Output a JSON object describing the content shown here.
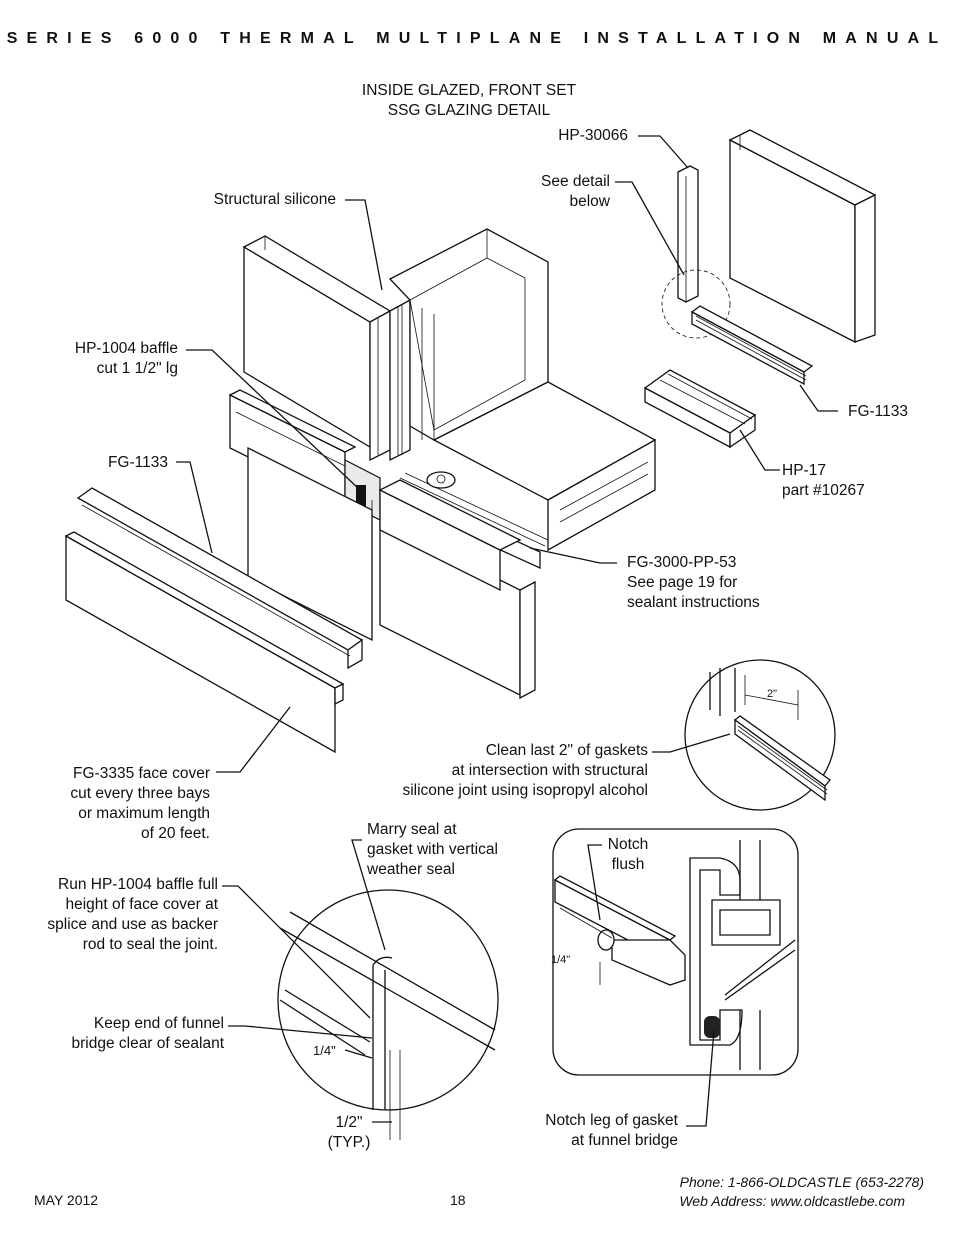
{
  "header": {
    "title": "SERIES 6000 THERMAL MULTIPLANE INSTALLATION MANUAL"
  },
  "detail_title": {
    "line1": "INSIDE GLAZED, FRONT SET",
    "line2": "SSG GLAZING DETAIL"
  },
  "callouts": {
    "hp30066": "HP-30066",
    "see_detail_1": "See detail",
    "see_detail_2": "below",
    "structural_silicone": "Structural silicone",
    "hp1004_1": "HP-1004 baffle",
    "hp1004_2": "cut 1 1/2\" lg",
    "fg1133_left": "FG-1133",
    "fg1133_right": "FG-1133",
    "hp17_1": "HP-17",
    "hp17_2": "part #10267",
    "fg3000_1": "FG-3000-PP-53",
    "fg3000_2": "See page 19 for",
    "fg3000_3": "sealant instructions",
    "fg3335_1": "FG-3335 face cover",
    "fg3335_2": "cut every three bays",
    "fg3335_3": "or maximum length",
    "fg3335_4": "of 20 feet.",
    "clean_1": "Clean last 2\" of gaskets",
    "clean_2": "at intersection with structural",
    "clean_3": "silicone joint using isopropyl alcohol",
    "two_inch": "2\"",
    "marry_1": "Marry seal at",
    "marry_2": "gasket with vertical",
    "marry_3": "weather seal",
    "run_1": "Run HP-1004 baffle full",
    "run_2": "height of face cover at",
    "run_3": "splice and use as backer",
    "run_4": "rod to seal the joint.",
    "keep_1": "Keep end of funnel",
    "keep_2": "bridge clear of sealant",
    "quarter_inch_left": "1/4\"",
    "half_inch": "1/2\"",
    "typ": "(TYP.)",
    "notch_1": "Notch",
    "notch_2": "flush",
    "quarter_inch_right": "1/4\"",
    "notch_leg_1": "Notch leg of gasket",
    "notch_leg_2": "at funnel bridge"
  },
  "footer": {
    "date": "MAY 2012",
    "page": "18",
    "phone": "Phone: 1-866-OLDCASTLE (653-2278)",
    "web": "Web Address: www.oldcastlebe.com"
  }
}
